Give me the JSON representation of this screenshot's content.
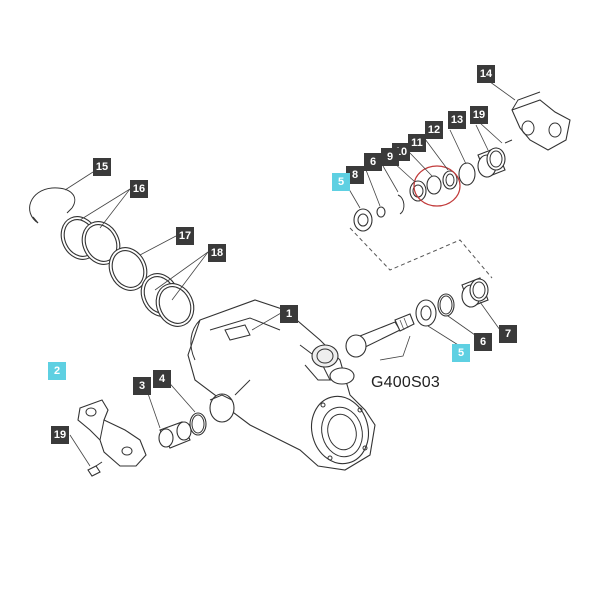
{
  "diagram_code": "G400S03",
  "highlight_color": "#5ed0e2",
  "callout_color": "#3a3a3a",
  "callouts": [
    "15",
    "16",
    "17",
    "18",
    "1",
    "2",
    "3",
    "4",
    "19",
    "14",
    "12",
    "13",
    "19",
    "11",
    "10",
    "9",
    "6",
    "8",
    "5",
    "7",
    "6",
    "5"
  ],
  "highlighted_callouts": [
    "2",
    "5",
    "5"
  ]
}
